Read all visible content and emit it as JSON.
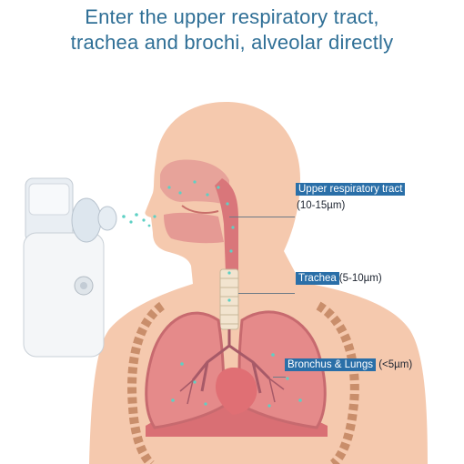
{
  "heading": {
    "line1": "Enter the upper respiratory tract,",
    "line2": "trachea and brochi, alveolar directly"
  },
  "labels": {
    "upper": {
      "name": "Upper respiratory tract",
      "size": "(10-15µm)"
    },
    "trachea": {
      "name": "Trachea",
      "size": "(5-10µm)"
    },
    "bronchus": {
      "name": "Bronchus & Lungs",
      "size": "(<5µm)"
    }
  },
  "colors": {
    "heading": "#2f6f96",
    "label_box": "#2a6fa8",
    "skin": "#f5c9ae",
    "lung": "#e58a8a",
    "mist": "#5ed0c4"
  }
}
